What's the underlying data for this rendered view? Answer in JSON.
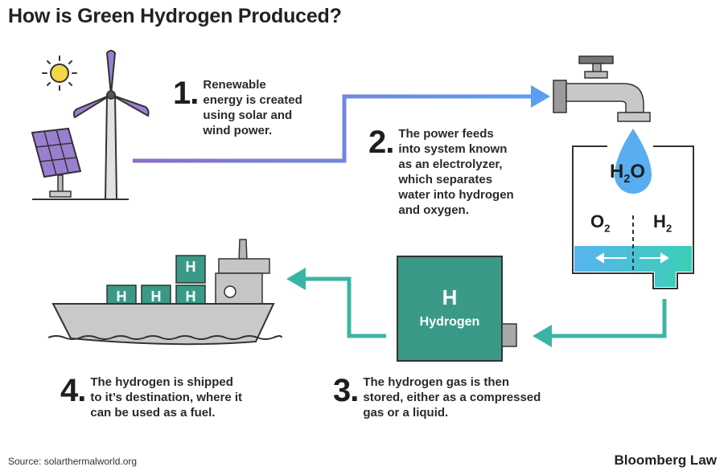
{
  "title": "How is Green Hydrogen Produced?",
  "steps": [
    {
      "number": "1.",
      "text": "Renewable\nenergy is created\nusing solar and\nwind power."
    },
    {
      "number": "2.",
      "text": "The power feeds\ninto system known\nas an electrolyzer,\nwhich separates\nwater into hydrogen\nand oxygen."
    },
    {
      "number": "3.",
      "text": "The hydrogen gas is then\nstored, either as a compressed\ngas or a liquid."
    },
    {
      "number": "4.",
      "text": "The hydrogen is shipped\nto it’s destination, where it\ncan be used as a fuel."
    }
  ],
  "tank": {
    "symbol": "H",
    "label": "Hydrogen"
  },
  "container_symbol": "H",
  "water": {
    "H": "H",
    "sub": "2",
    "O": "O"
  },
  "oxygen": {
    "O": "O",
    "sub": "2"
  },
  "hydrogen": {
    "H": "H",
    "sub": "2"
  },
  "source": "Source: solarthermalworld.org",
  "brand": "Bloomberg Law",
  "colors": {
    "purple": "#8a6fc2",
    "blue": "#5b9ef2",
    "teal": "#3bb5a3",
    "tank": "#3a9a87",
    "gray": "#b9b9b9",
    "sun": "#f5d64a"
  }
}
